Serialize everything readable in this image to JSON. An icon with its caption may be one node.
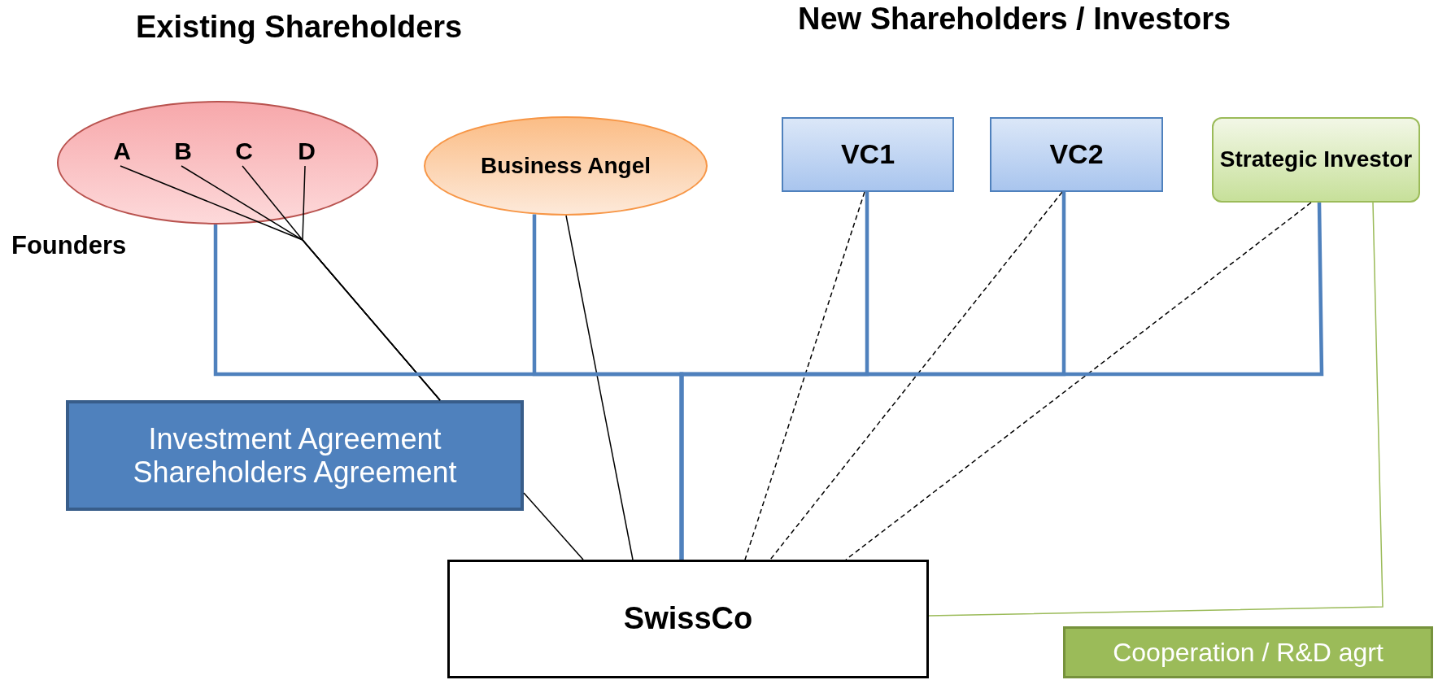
{
  "diagram": {
    "nodes": [
      {
        "text": [],
        "shape": "ellipse",
        "beside": [
          "Founders"
        ]
      },
      {
        "text": [
          "A"
        ],
        "in": 0
      },
      {
        "text": [
          "B"
        ],
        "in": 0
      },
      {
        "text": [
          "C"
        ],
        "in": 0
      },
      {
        "text": [
          "D"
        ],
        "in": 0
      },
      {
        "text": [
          "Business Angel"
        ]
      },
      {
        "text": [
          "VC1"
        ]
      },
      {
        "text": [
          "VC2"
        ]
      },
      {
        "text": [
          "Strategic Investor"
        ]
      },
      {
        "text": [
          "Investment Agreement",
          "Shareholders Agreement"
        ]
      },
      {
        "text": [
          "SwissCo"
        ]
      },
      {
        "text": [
          "Cooperation / R&D agrt"
        ]
      }
    ],
    "edges": [
      {
        "from": 1,
        "to": 9,
        "arrow": "none"
      },
      {
        "from": 2,
        "to": 9,
        "arrow": "none"
      },
      {
        "from": 3,
        "to": 9,
        "arrow": "none"
      },
      {
        "from": 4,
        "to": 9,
        "arrow": "none"
      },
      {
        "from": 9,
        "to": 10,
        "arrow": "none"
      },
      {
        "from": 5,
        "to": 10,
        "arrow": "none"
      },
      {
        "from": 6,
        "to": 10,
        "arrow": "none",
        "style": "dashed"
      },
      {
        "from": 7,
        "to": 10,
        "arrow": "none",
        "style": "dashed"
      },
      {
        "from": 8,
        "to": 10,
        "arrow": "none",
        "style": "dashed"
      },
      {
        "from": 8,
        "to": 10,
        "arrow": "none",
        "color": "#9bbb59"
      },
      {
        "from": 0,
        "to": 10,
        "arrow": "none",
        "style": "thick",
        "color": "#4f81bd"
      },
      {
        "from": 5,
        "to": 10,
        "arrow": "none",
        "style": "thick",
        "color": "#4f81bd"
      },
      {
        "from": 6,
        "to": 10,
        "arrow": "none",
        "style": "thick",
        "color": "#4f81bd"
      },
      {
        "from": 7,
        "to": 10,
        "arrow": "none",
        "style": "thick",
        "color": "#4f81bd"
      },
      {
        "from": 8,
        "to": 10,
        "arrow": "none",
        "style": "thick",
        "color": "#4f81bd"
      }
    ],
    "labels": [
      "Existing Shareholders",
      "New Shareholders / Investors"
    ]
  }
}
